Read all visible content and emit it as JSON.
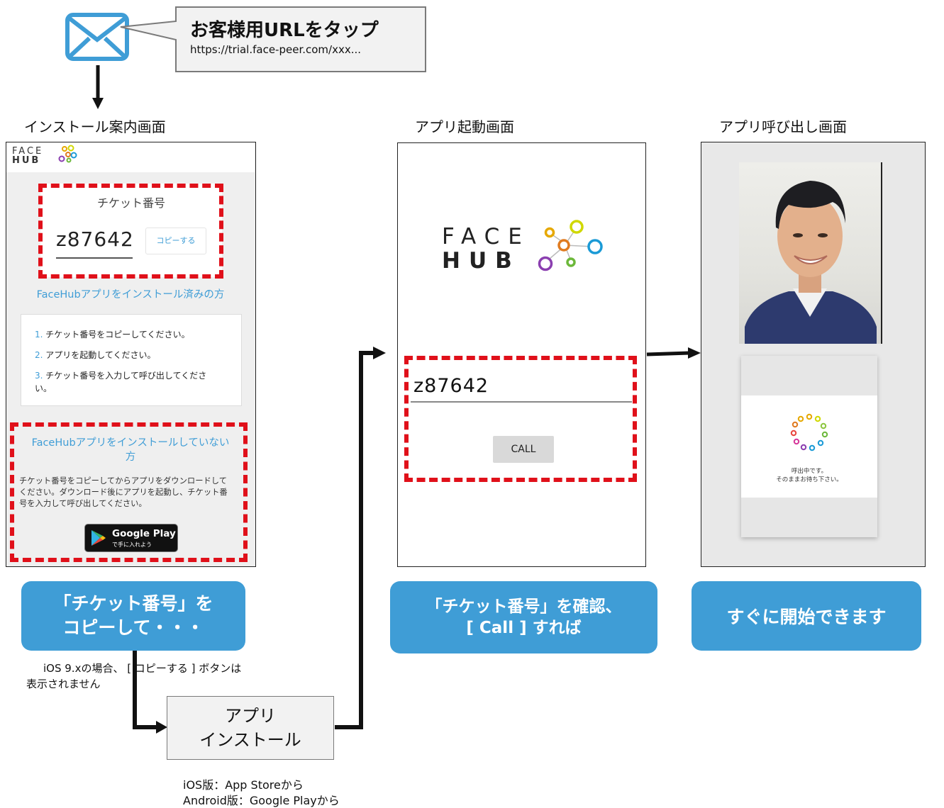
{
  "callout": {
    "title": "お客様用URLをタップ",
    "url": "https://trial.face-peer.com/xxx..."
  },
  "captions": {
    "install_screen": "インストール案内画面",
    "launch_screen": "アプリ起動画面",
    "calling_screen": "アプリ呼び出し画面"
  },
  "logo": {
    "line1": "FACE",
    "line2": "HUB"
  },
  "install_page": {
    "ticket_label": "チケット番号",
    "ticket_number": "z87642",
    "copy_button": "コピーする",
    "installed_heading": "FaceHubアプリをインストール済みの方",
    "steps": [
      {
        "num": "1.",
        "text": "チケット番号をコピーしてください。"
      },
      {
        "num": "2.",
        "text": "アプリを起動してください。"
      },
      {
        "num": "3.",
        "text": "チケット番号を入力して呼び出してくださ"
      },
      {
        "num": "",
        "text": "い。"
      }
    ],
    "not_installed_heading_1": "FaceHubアプリをインストールしていない",
    "not_installed_heading_2": "方",
    "not_installed_body_1": "チケット番号をコピーしてからアプリをダウンロードして",
    "not_installed_body_2": "ください。ダウンロード後にアプリを起動し、チケット番",
    "not_installed_body_3": "号を入力して呼び出してください。",
    "google_play_main": "Google Play",
    "google_play_sub": "で手に入れよう"
  },
  "launch_page": {
    "ticket_input_value": "z87642",
    "call_button": "CALL"
  },
  "calling_page": {
    "status_1": "呼出中です。",
    "status_2": "そのままお待ち下さい。"
  },
  "labels": {
    "copy_1": "「チケット番号」を",
    "copy_2": "コピーして・・・",
    "confirm_1": "「チケット番号」を確認、",
    "confirm_2": "[ Call ] すれば",
    "start": "すぐに開始できます"
  },
  "notes": {
    "ios_note_1": "iOS 9.xの場合、 [ コピーする ] ボタンは",
    "ios_note_2": "表示されません",
    "install_box_1": "アプリ",
    "install_box_2": "インストール",
    "store_note_1": "iOS版：App Storeから",
    "store_note_2": "Android版：Google Playから"
  },
  "colors": {
    "accent_blue": "#3f9dd6",
    "dash_red": "#e0101a",
    "logo_ring_colors": [
      "#e6a800",
      "#d0d800",
      "#e07b20",
      "#8b3fb0",
      "#1a9ad6",
      "#d6369a",
      "#6cb83a"
    ]
  }
}
